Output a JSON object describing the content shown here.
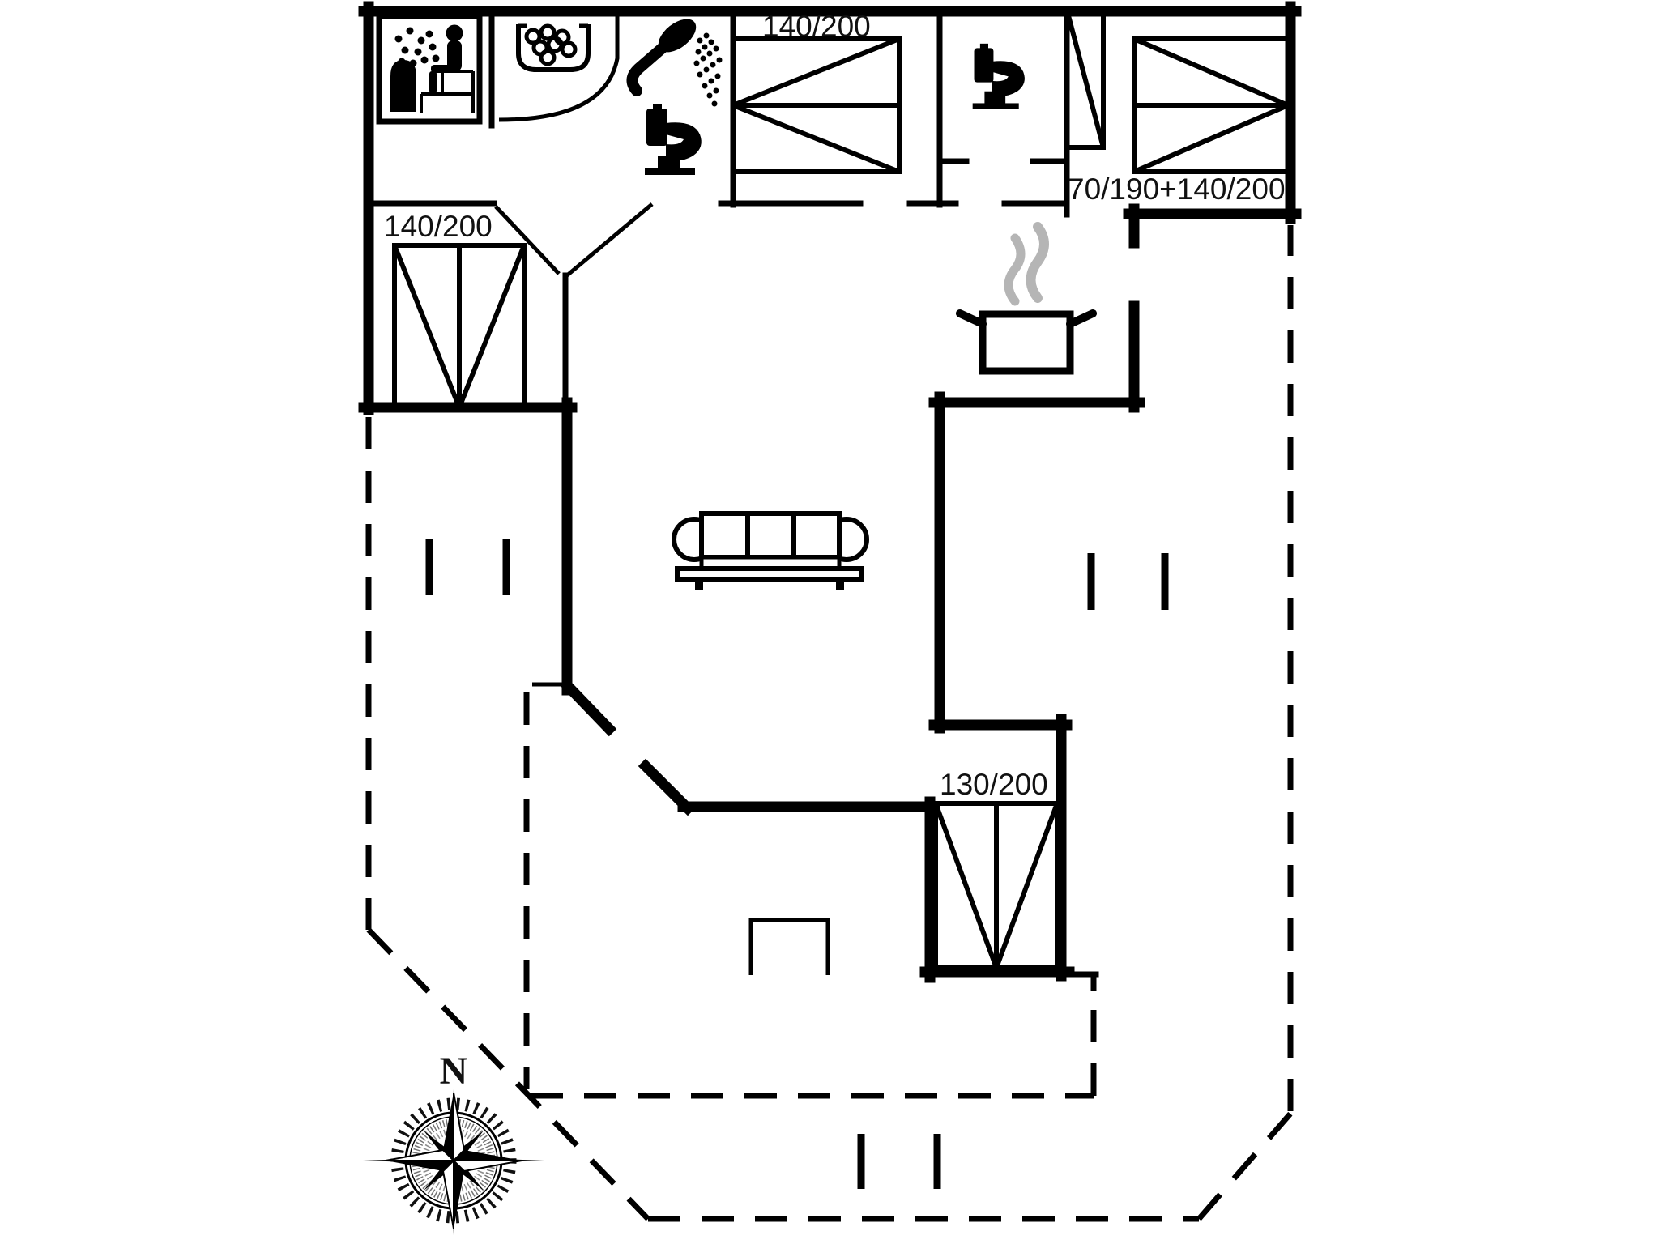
{
  "floorplan": {
    "labels": {
      "bed_left": "140/200",
      "bed_top": "140/200",
      "bed_right": "70/190+140/200",
      "bed_bottom": "130/200",
      "compass_north": "N"
    },
    "colors": {
      "line": "#000000",
      "background": "#ffffff",
      "steam": "#b5b5b5"
    },
    "icons": [
      "sauna-icon",
      "whirlpool-icon",
      "shower-icon",
      "toilet-icon",
      "toilet-icon",
      "cooking-pot-icon",
      "sofa-icon",
      "grill-icon",
      "compass-rose-icon"
    ]
  }
}
